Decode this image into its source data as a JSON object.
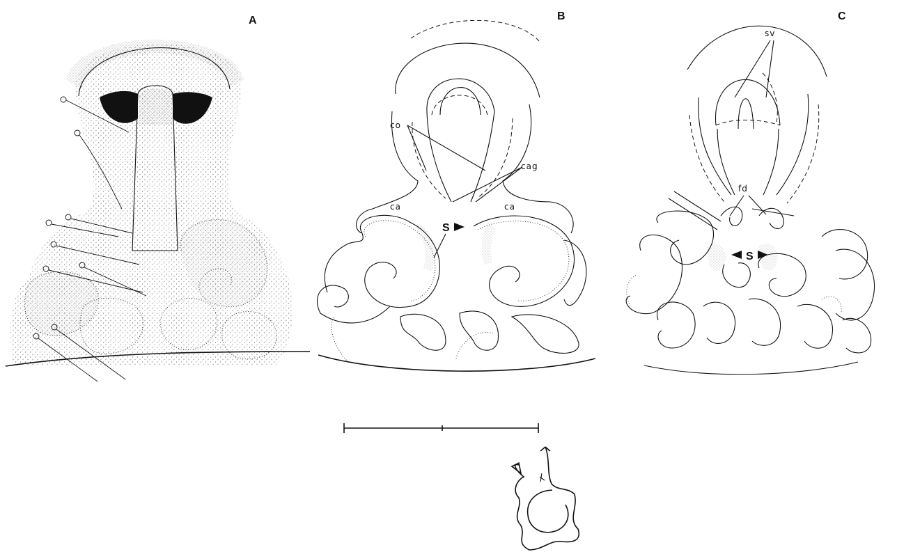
{
  "figure": {
    "panels": [
      {
        "id": "A",
        "label": "A"
      },
      {
        "id": "B",
        "label": "B"
      },
      {
        "id": "C",
        "label": "C"
      }
    ],
    "annotations": {
      "co": "co",
      "cag": "cag",
      "ca_left": "ca",
      "ca_right": "ca",
      "S_b": "S",
      "sv": "sv",
      "fd": "fd",
      "S_c": "S"
    }
  }
}
